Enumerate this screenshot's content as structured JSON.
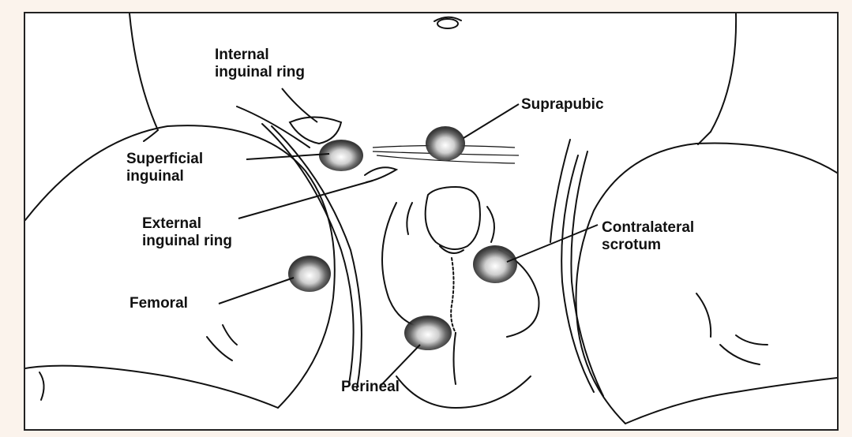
{
  "labels": {
    "internal_inguinal_ring": [
      "Internal",
      "inguinal ring"
    ],
    "suprapubic": "Suprapubic",
    "superficial_inguinal": [
      "Superficial",
      "inguinal"
    ],
    "external_inguinal_ring": [
      "External",
      "inguinal ring"
    ],
    "contralateral_scrotum": [
      "Contralateral",
      "scrotum"
    ],
    "femoral": "Femoral",
    "perineal": "Perineal"
  },
  "colors": {
    "line": "#111111",
    "mass_shading": "#333333",
    "background": "#fbf3ec"
  }
}
